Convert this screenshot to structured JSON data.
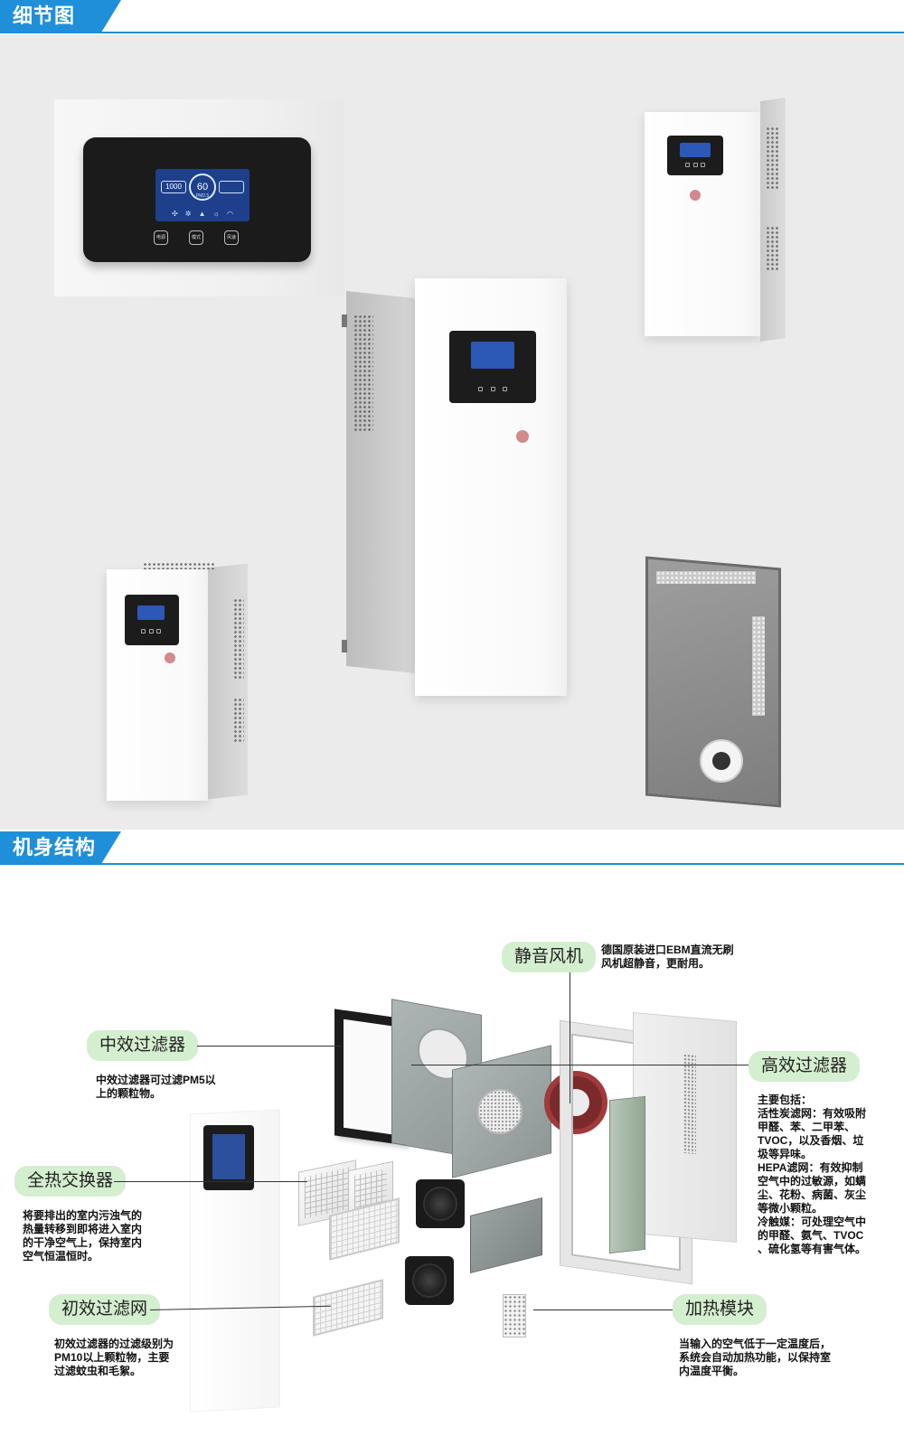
{
  "sections": {
    "details_title": "细节图",
    "structure_title": "机身结构"
  },
  "control_panel": {
    "left_value": "1000",
    "center_value": "60",
    "center_unit": "PM2.5",
    "buttons": [
      "电源",
      "模式",
      "风速"
    ]
  },
  "components": {
    "silent_fan": {
      "label": "静音风机",
      "desc_lines": [
        "德国原装进口EBM直流无刷",
        "风机超静音，更耐用。"
      ]
    },
    "medium_filter": {
      "label": "中效过滤器",
      "desc_lines": [
        "中效过滤器可过滤PM5以",
        "上的颗粒物。"
      ]
    },
    "heat_exchanger": {
      "label": "全热交换器",
      "desc_lines": [
        "将要排出的室内污浊气的",
        "热量转移到即将进入室内",
        "的干净空气上，保持室内",
        "空气恒温恒时。"
      ]
    },
    "primary_filter": {
      "label": "初效过滤网",
      "desc_lines": [
        "初效过滤器的过滤级别为",
        "PM10以上颗粒物，主要",
        "过滤蚊虫和毛絮。"
      ]
    },
    "hepa_filter": {
      "label": "高效过滤器",
      "desc_lines": [
        "主要包括：",
        "活性炭滤网：有效吸附",
        "甲醛、苯、二甲苯、",
        "TVOC，以及香烟、垃",
        "圾等异味。",
        "HEPA滤网：有效抑制",
        "空气中的过敏源，如螨",
        "尘、花粉、病菌、灰尘",
        "等微小颗粒。",
        "冷触媒：可处理空气中",
        "的甲醛、氨气、TVOC",
        "、硫化氢等有害气体。"
      ]
    },
    "heating_module": {
      "label": "加热模块",
      "desc_lines": [
        "当输入的空气低于一定温度后，",
        "系统会自动加热功能，以保持室",
        "内温度平衡。"
      ]
    }
  },
  "colors": {
    "accent_blue": "#1f8fd9",
    "label_green": "#d4efcf",
    "background_gray": "#ebebeb"
  }
}
